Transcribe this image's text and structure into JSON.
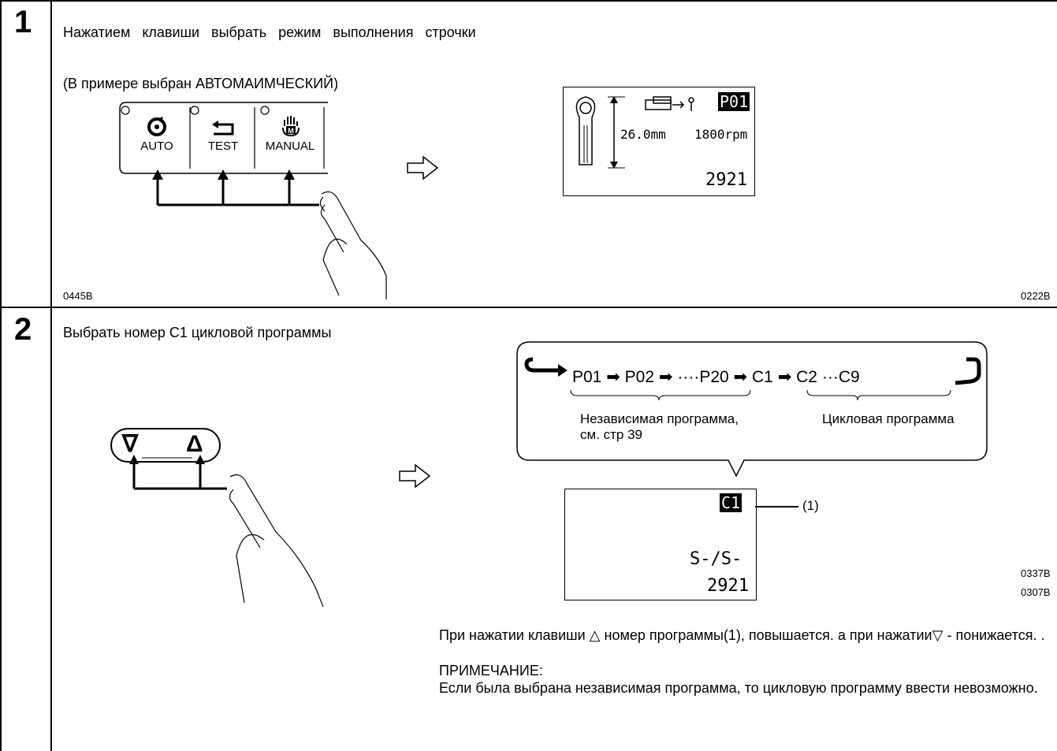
{
  "step1": {
    "number": "1",
    "instruction": "Нажатием клавиши выбрать режим выполнения строчки",
    "example_note": "(В примере выбран АВТОМАИМЧЕСКИЙ)",
    "buttons": [
      {
        "label": "AUTO"
      },
      {
        "label": "TEST"
      },
      {
        "label": "MANUAL"
      }
    ],
    "display": {
      "program": "P01",
      "length": "26.0mm",
      "speed": "1800rpm",
      "counter": "2921"
    },
    "left_code": "0445B",
    "right_code": "0222B"
  },
  "step2": {
    "number": "2",
    "instruction": "Выбрать номер С1 цикловой программы",
    "keys": [
      {
        "symbol": "∇"
      },
      {
        "symbol": "Δ"
      }
    ],
    "sequence": {
      "items": [
        "P01",
        "P02",
        "····P20",
        "C1",
        "C2",
        "···C9"
      ],
      "label_independent": "Независимая программа, см. стр 39",
      "label_cycle": "Цикловая программа"
    },
    "display": {
      "program": "C1",
      "callout": "(1)",
      "line": "S-/S-",
      "counter": "2921"
    },
    "code_a": "0337B",
    "code_b": "0307B",
    "description_1": "При нажатии клавиши △ номер программы(1), повышается. а при нажатии▽ - понижается. .",
    "note_label": "ПРИМЕЧАНИЕ:",
    "note_text": "Если была выбрана независимая программа, то цикловую программу ввести невозможно."
  }
}
